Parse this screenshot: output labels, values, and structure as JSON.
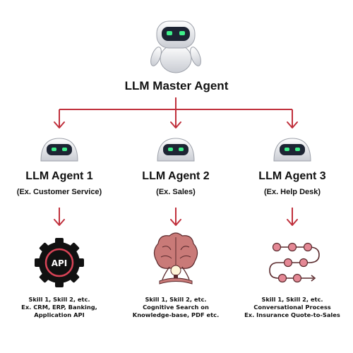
{
  "master": {
    "title": "LLM Master Agent",
    "icon": "robot-icon"
  },
  "agents": [
    {
      "title": "LLM Agent 1",
      "subtitle": "(Ex. Customer Service)",
      "icon": "gear-api-icon",
      "icon_label": "API",
      "skills": [
        "Skill 1, Skill 2, etc.",
        "Ex. CRM, ERP, Banking,",
        "Application API"
      ]
    },
    {
      "title": "LLM Agent 2",
      "subtitle": "(Ex. Sales)",
      "icon": "brain-bulb-icon",
      "skills": [
        "Skill 1, Skill 2, etc.",
        "Cognitive Search on",
        "Knowledge-base, PDF etc."
      ]
    },
    {
      "title": "LLM Agent 3",
      "subtitle": "(Ex. Help Desk)",
      "icon": "process-flow-icon",
      "skills": [
        "Skill 1, Skill 2, etc.",
        "Conversational Process",
        "Ex. Insurance Quote-to-Sales"
      ]
    }
  ],
  "colors": {
    "arrow": "#c0303c",
    "robot_face": "#1d2433",
    "robot_eye": "#3ef08a",
    "accent": "#d94356"
  }
}
